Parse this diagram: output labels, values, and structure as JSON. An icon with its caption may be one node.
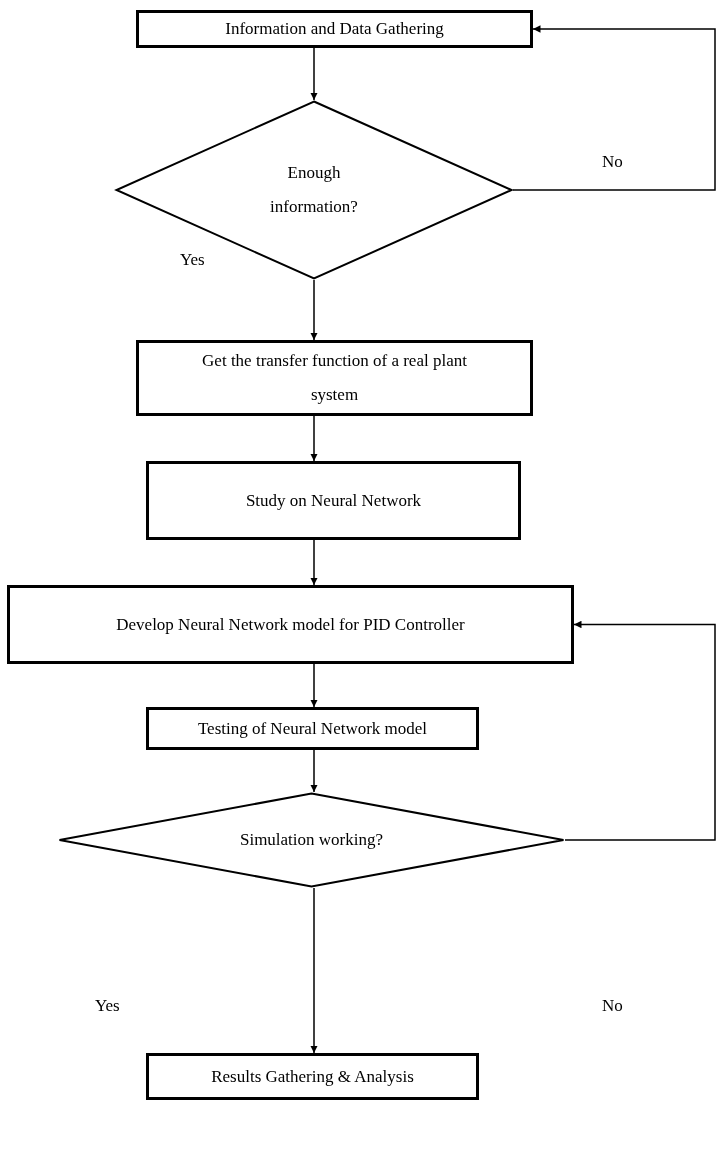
{
  "diagram": {
    "nodes": [
      {
        "text": [
          "Information and Data Gathering"
        ]
      },
      {
        "text": [
          "Enough information?"
        ]
      },
      {
        "text": [
          "Get the transfer function of a real plant system"
        ]
      },
      {
        "text": [
          "Study on Neural Network"
        ]
      },
      {
        "text": [
          "Develop Neural Network model for PID Controller"
        ]
      },
      {
        "text": [
          "Testing of Neural Network model"
        ]
      },
      {
        "text": [
          "Simulation working?"
        ]
      },
      {
        "text": [
          "Results Gathering & Analysis"
        ]
      }
    ],
    "edges": [
      {
        "from": 0,
        "to": 1,
        "arrow": "to"
      },
      {
        "from": 1,
        "to": 0,
        "arrow": "to",
        "label": "No"
      },
      {
        "from": 1,
        "to": 2,
        "arrow": "to"
      },
      {
        "from": 2,
        "to": 3,
        "arrow": "to"
      },
      {
        "from": 3,
        "to": 4,
        "arrow": "to"
      },
      {
        "from": 4,
        "to": 5,
        "arrow": "to"
      },
      {
        "from": 5,
        "to": 6,
        "arrow": "to"
      },
      {
        "from": 6,
        "to": 4,
        "arrow": "to"
      },
      {
        "from": 6,
        "to": 7,
        "arrow": "to"
      }
    ],
    "labels": [
      "Yes",
      "Yes",
      "No"
    ]
  }
}
